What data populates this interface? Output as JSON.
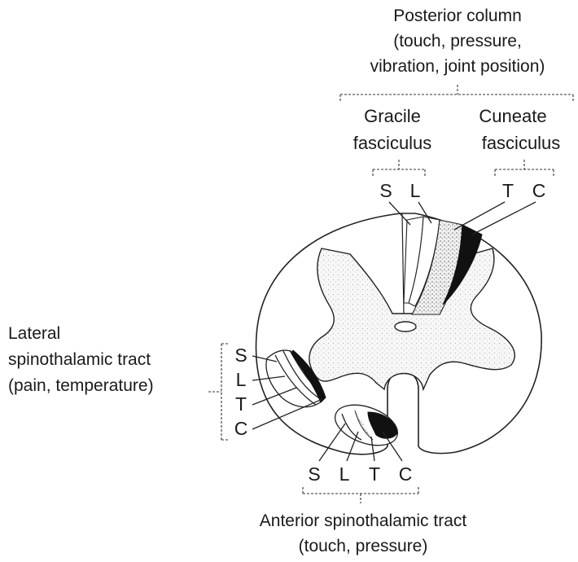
{
  "labels": {
    "posterior_column": {
      "line1": "Posterior column",
      "line2": "(touch, pressure,",
      "line3": "vibration, joint position)"
    },
    "gracile": {
      "line1": "Gracile",
      "line2": "fasciculus"
    },
    "cuneate": {
      "line1": "Cuneate",
      "line2": "fasciculus"
    },
    "lateral_tract": {
      "line1": "Lateral",
      "line2": "spinothalamic tract",
      "line3": "(pain, temperature)"
    },
    "anterior_tract": {
      "line1": "Anterior spinothalamic tract",
      "line2": "(touch, pressure)"
    }
  },
  "segments": {
    "gracile": [
      "S",
      "L"
    ],
    "cuneate": [
      "T",
      "C"
    ],
    "lateral": [
      "S",
      "L",
      "T",
      "C"
    ],
    "anterior": [
      "S",
      "L",
      "T",
      "C"
    ]
  },
  "colors": {
    "ink": "#1a1a1a",
    "dark_band": "#111111",
    "stipple": "#bcbcbc",
    "grey_matter": "#e6e6e6",
    "background": "#ffffff"
  }
}
